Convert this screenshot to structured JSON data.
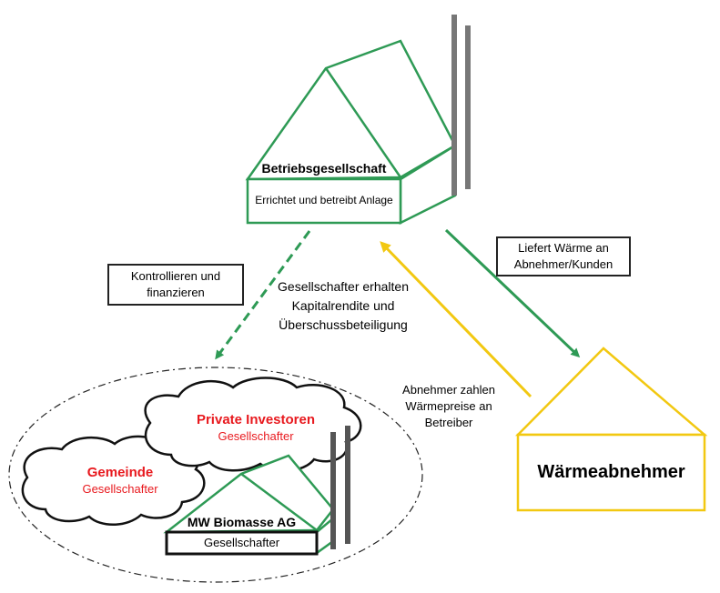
{
  "operator": {
    "title": "Betriebsgesellschaft",
    "subtitle": "Errichtet und betreibt Anlage"
  },
  "edges": {
    "control": "Kontrollieren und finanzieren",
    "returns": "Gesellschafter erhalten Kapitalrendite und Überschussbeteiligung",
    "delivers": "Liefert Wärme an Abnehmer/Kunden",
    "pays": "Abnehmer zahlen Wärmepreise an Betreiber"
  },
  "shareholders": {
    "investors": {
      "name": "Private Investoren",
      "role": "Gesellschafter"
    },
    "municipality": {
      "name": "Gemeinde",
      "role": "Gesellschafter"
    },
    "company": {
      "name": "MW Biomasse AG",
      "role": "Gesellschafter"
    }
  },
  "customer": {
    "title": "Wärmeabnehmer"
  },
  "colors": {
    "green": "#2e9a55",
    "yellow": "#f2c811",
    "red": "#e8191e",
    "chimney": "#777777"
  }
}
